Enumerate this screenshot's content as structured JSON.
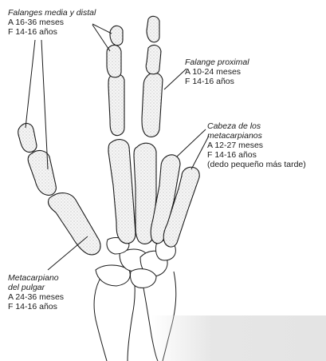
{
  "labels": {
    "phalanges_middle_distal": {
      "title": "Falanges media y distal",
      "appear": "A 16-36 meses",
      "fuse": "F 14-16 años"
    },
    "proximal_phalanx": {
      "title": "Falange proximal",
      "appear": "A 10-24 meses",
      "fuse": "F 14-16 años"
    },
    "metacarpal_heads": {
      "title_line1": "Cabeza de los",
      "title_line2": "metacarpianos",
      "appear": "A 12-27 meses",
      "fuse": "F 14-16 años",
      "note": "(dedo pequeño más tarde)"
    },
    "thumb_metacarpal": {
      "title_line1": "Metacarpiano",
      "title_line2": "del pulgar",
      "appear": "A 24-36 meses",
      "fuse": "F 14-16 años"
    }
  },
  "colors": {
    "outline": "#1a1a1a",
    "bone_fill": "#f4f4f4",
    "stipple": "#9a9a9a",
    "background": "#ffffff",
    "bottom_shade": "#e4e4e4"
  }
}
